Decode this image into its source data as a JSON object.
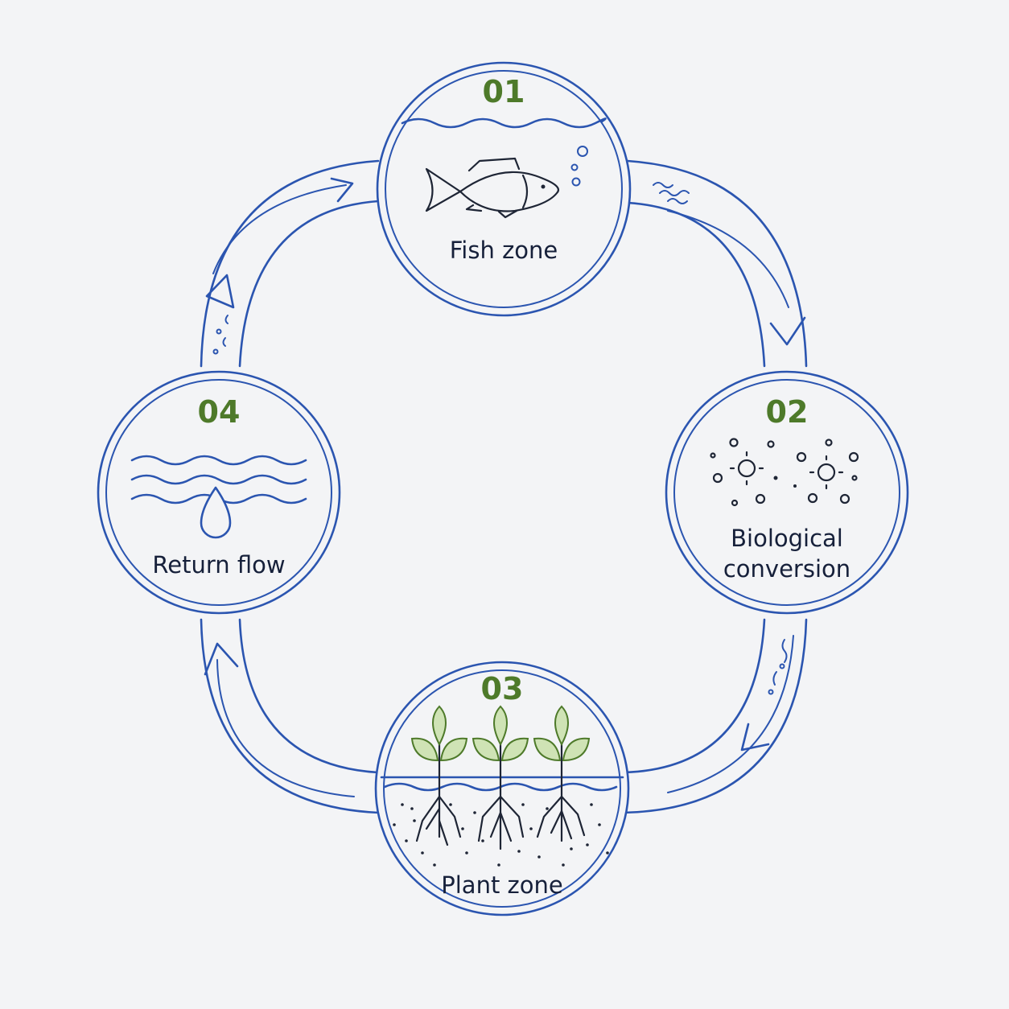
{
  "stages": [
    {
      "number": "01",
      "label": "Fish zone"
    },
    {
      "number": "02",
      "label_line1": "Biological",
      "label_line2": "conversion"
    },
    {
      "number": "03",
      "label": "Plant zone"
    },
    {
      "number": "04",
      "label": "Return flow"
    }
  ],
  "colors": {
    "outline": "#2b55b0",
    "number": "#4e7a2a",
    "text": "#16203a",
    "leaf_fill": "#cfe3b5",
    "leaf_stroke": "#4e7a2a",
    "background": "#f3f4f6"
  }
}
